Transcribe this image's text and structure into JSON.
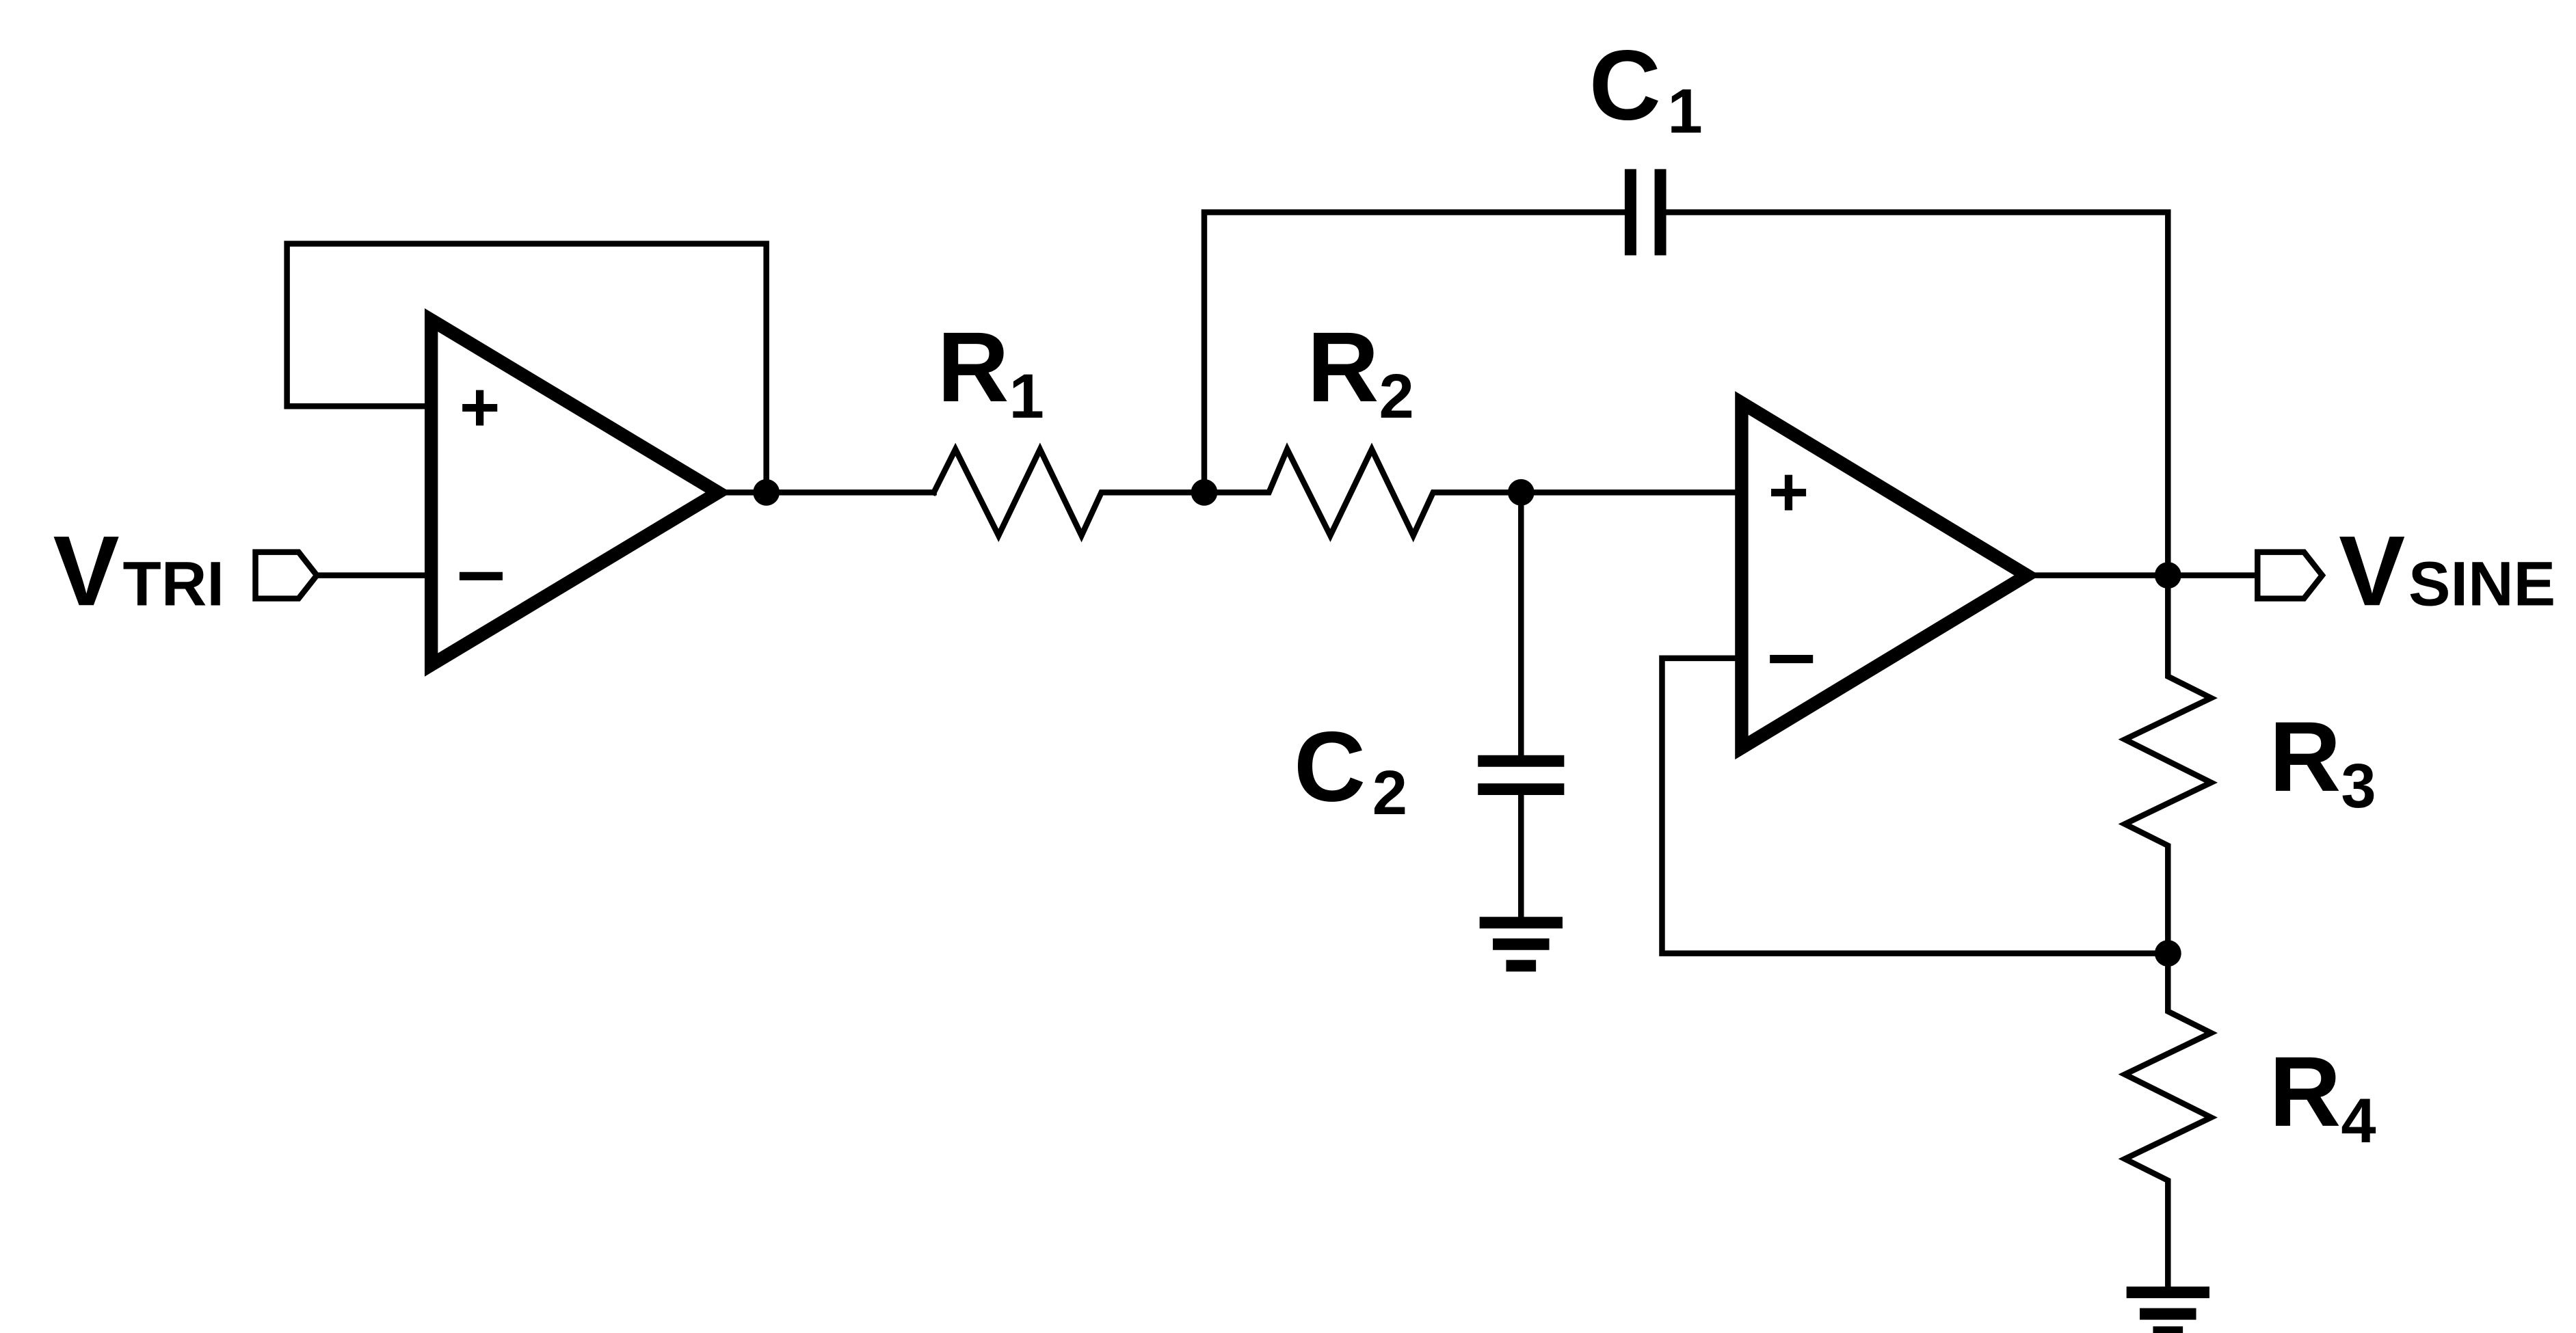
{
  "components": {
    "input_port": {
      "name": "V",
      "subscript": "TRI"
    },
    "output_port": {
      "name": "V",
      "subscript": "SINE"
    },
    "r1": {
      "name": "R",
      "subscript": "1"
    },
    "r2": {
      "name": "R",
      "subscript": "2"
    },
    "r3": {
      "name": "R",
      "subscript": "3"
    },
    "r4": {
      "name": "R",
      "subscript": "4"
    },
    "c1": {
      "name": "C",
      "subscript": "1"
    },
    "c2": {
      "name": "C",
      "subscript": "2"
    }
  },
  "opamps": {
    "buffer": {
      "plus": "+",
      "minus": "-"
    },
    "filter": {
      "plus": "+",
      "minus": "-"
    }
  }
}
